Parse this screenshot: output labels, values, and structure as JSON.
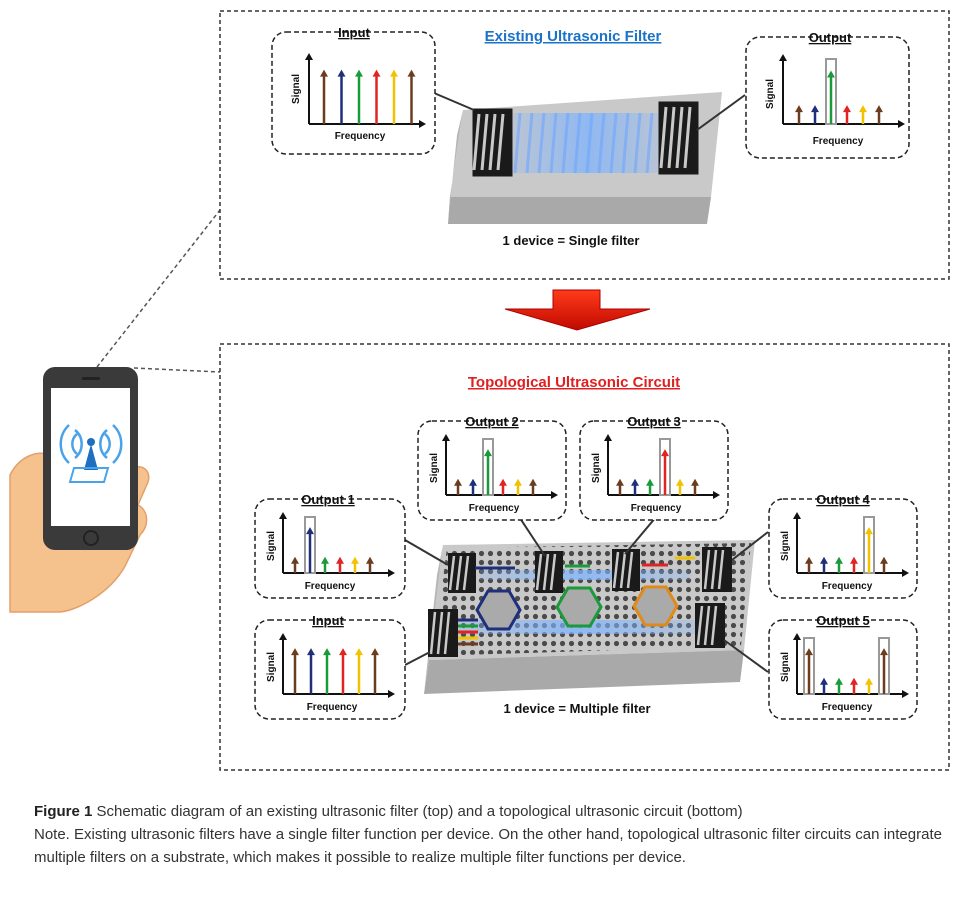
{
  "top_panel": {
    "title": "Existing Ultrasonic Filter",
    "input_label": "Input",
    "output_label": "Output",
    "device_caption": "1 device = Single filter"
  },
  "bottom_panel": {
    "title": "Topological Ultrasonic Circuit",
    "input_label": "Input",
    "outputs": [
      "Output 1",
      "Output 2",
      "Output 3",
      "Output 4",
      "Output 5"
    ],
    "device_caption": "1 device = Multiple filter"
  },
  "axis": {
    "y": "Signal",
    "x": "Frequency"
  },
  "caption": {
    "label": "Figure 1",
    "line1": " Schematic diagram of an existing ultrasonic filter (top) and a topological ultrasonic circuit (bottom)",
    "note": "Note. Existing ultrasonic filters have a single filter function per device. On the other hand, topological ultrasonic filter circuits can integrate multiple filters on a substrate, which makes it possible to realize multiple filter functions per device."
  },
  "colors": {
    "signals": [
      "#6b3d1e",
      "#1f2f7a",
      "#1a9a3a",
      "#e02424",
      "#f2c200",
      "#6b3d1e"
    ],
    "top_title": "#1a73c8",
    "bottom_title": "#e02020",
    "arrow": "#e8140c"
  }
}
